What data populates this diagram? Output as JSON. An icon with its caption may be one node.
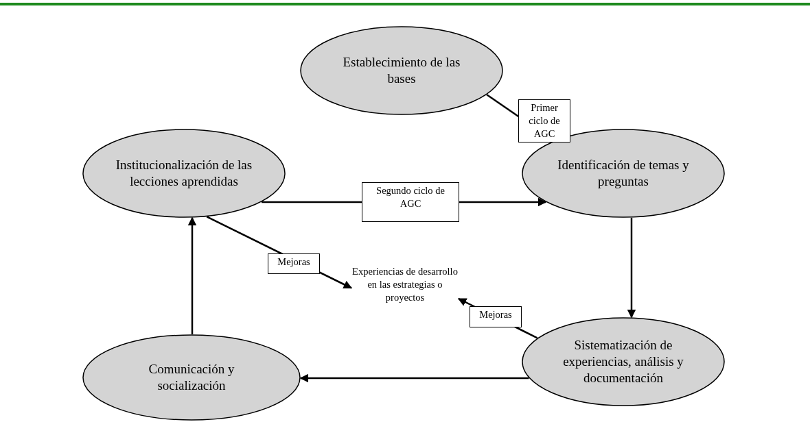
{
  "diagram": {
    "nodes": [
      {
        "text": [
          "Establecimiento de las bases"
        ]
      },
      {
        "text": [
          "Identificación de temas y preguntas"
        ]
      },
      {
        "text": [
          "Institucionalización de las lecciones aprendidas"
        ]
      },
      {
        "text": [
          "Sistematización de experiencias, análisis y documentación"
        ]
      },
      {
        "text": [
          "Comunicación y socialización"
        ]
      },
      {
        "text": [
          "Experiencias de desarrollo en las estrategias o proyectos"
        ]
      }
    ],
    "edges": [
      {
        "from": 0,
        "to": 1,
        "arrow": "to",
        "label": "Primer ciclo de AGC"
      },
      {
        "from": 2,
        "to": 1,
        "arrow": "to",
        "label": "Segundo ciclo de AGC"
      },
      {
        "from": 1,
        "to": 3,
        "arrow": "to"
      },
      {
        "from": 3,
        "to": 4,
        "arrow": "to"
      },
      {
        "from": 4,
        "to": 2,
        "arrow": "to"
      },
      {
        "from": 2,
        "to": 5,
        "arrow": "to",
        "label": "Mejoras"
      },
      {
        "from": 3,
        "to": 5,
        "arrow": "to",
        "label": "Mejoras"
      }
    ]
  }
}
